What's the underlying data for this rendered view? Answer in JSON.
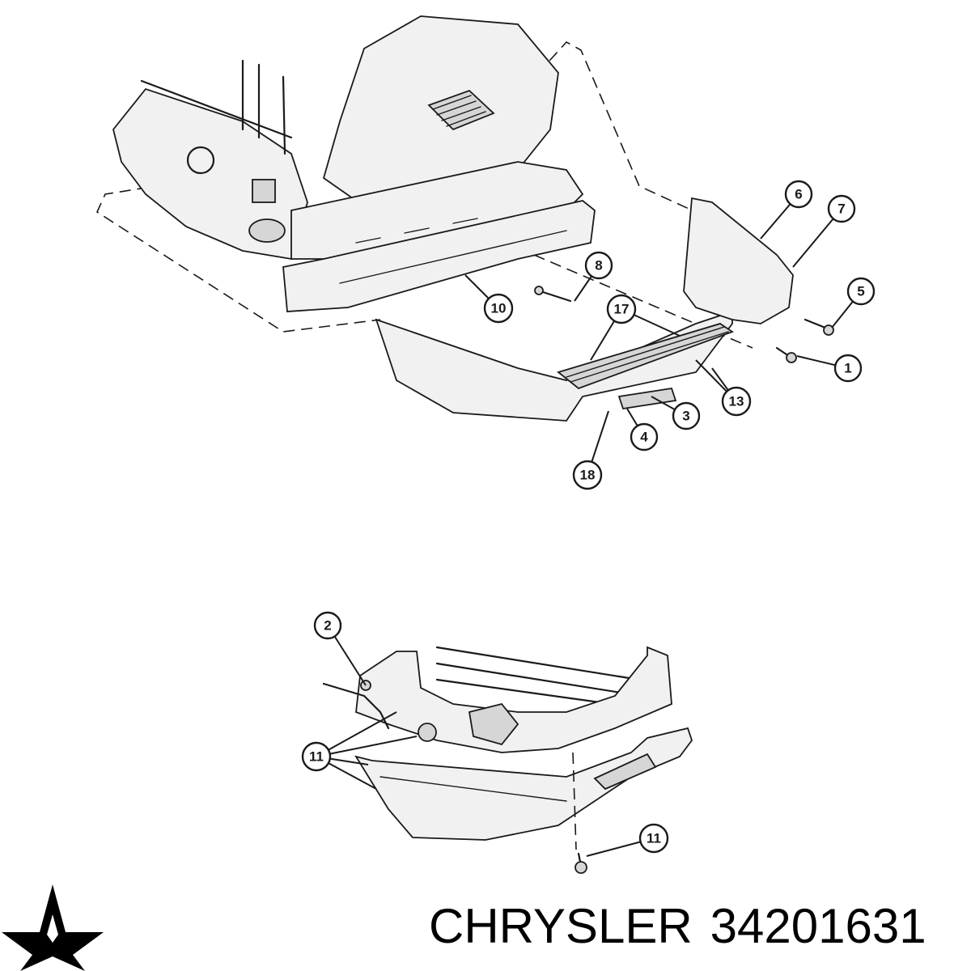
{
  "diagram": {
    "callouts_top": [
      {
        "label": "6"
      },
      {
        "label": "7"
      },
      {
        "label": "8"
      },
      {
        "label": "5"
      },
      {
        "label": "10"
      },
      {
        "label": "17"
      },
      {
        "label": "1"
      },
      {
        "label": "13"
      },
      {
        "label": "3"
      },
      {
        "label": "4"
      },
      {
        "label": "18"
      }
    ],
    "callouts_bottom": [
      {
        "label": "2"
      },
      {
        "label": "11"
      },
      {
        "label": "11"
      }
    ]
  },
  "caption": {
    "brand": "CHRYSLER",
    "part_number": "34201631"
  },
  "logo": {
    "name": "chrysler-pentastar-logo",
    "color": "#000000"
  }
}
